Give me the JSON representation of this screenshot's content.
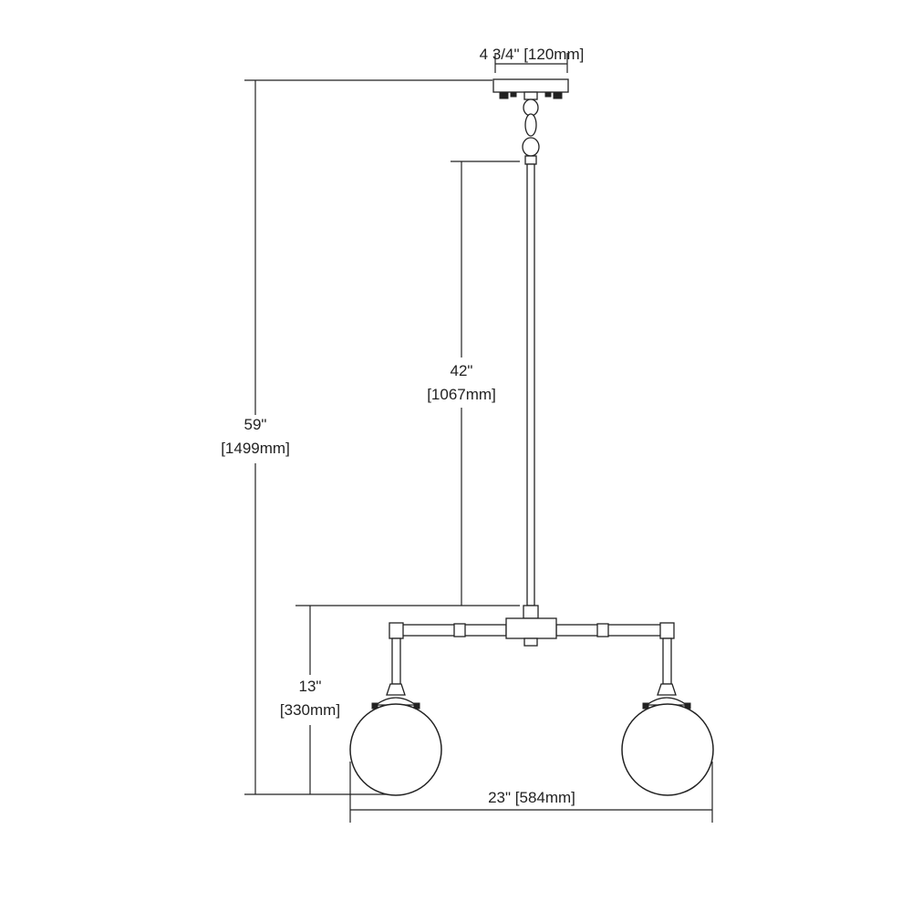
{
  "dimensions": {
    "canopy_width": "4 3/4\" [120mm]",
    "stem_height_in": "42\"",
    "stem_height_mm": "[1067mm]",
    "overall_height_in": "59\"",
    "overall_height_mm": "[1499mm]",
    "body_height_in": "13\"",
    "body_height_mm": "[330mm]",
    "overall_width": "23\" [584mm]"
  }
}
